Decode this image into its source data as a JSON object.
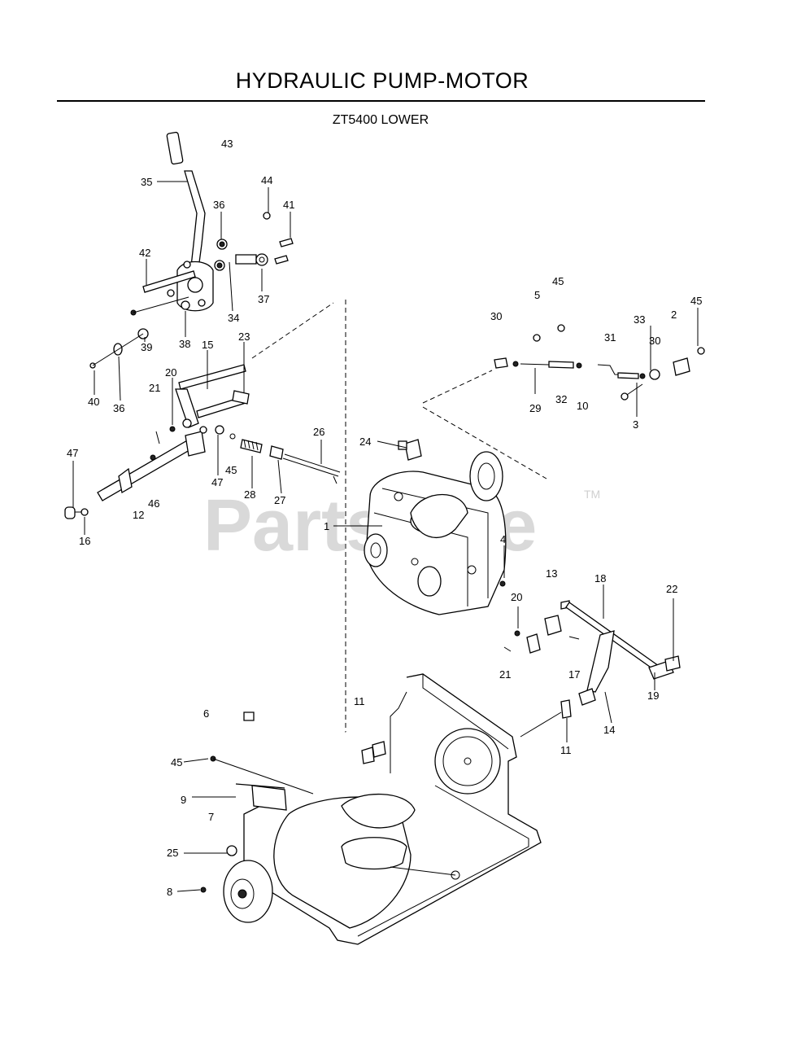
{
  "title": "HYDRAULIC PUMP-MOTOR",
  "subtitle": "ZT5400 LOWER",
  "watermark": {
    "text": "PartsTree",
    "tm": "TM"
  },
  "callouts": [
    {
      "id": "c43a",
      "text": "43"
    },
    {
      "id": "c35",
      "text": "35"
    },
    {
      "id": "c44",
      "text": "44"
    },
    {
      "id": "c36a",
      "text": "36"
    },
    {
      "id": "c41",
      "text": "41"
    },
    {
      "id": "c42",
      "text": "42"
    },
    {
      "id": "c37",
      "text": "37"
    },
    {
      "id": "c34",
      "text": "34"
    },
    {
      "id": "c38",
      "text": "38"
    },
    {
      "id": "c39",
      "text": "39"
    },
    {
      "id": "c15",
      "text": "15"
    },
    {
      "id": "c23",
      "text": "23"
    },
    {
      "id": "c40",
      "text": "40"
    },
    {
      "id": "c36b",
      "text": "36"
    },
    {
      "id": "c20a",
      "text": "20"
    },
    {
      "id": "c21a",
      "text": "21"
    },
    {
      "id": "c26",
      "text": "26"
    },
    {
      "id": "c47a",
      "text": "47"
    },
    {
      "id": "c45a",
      "text": "45"
    },
    {
      "id": "c28",
      "text": "28"
    },
    {
      "id": "c27",
      "text": "27"
    },
    {
      "id": "c47b",
      "text": "47"
    },
    {
      "id": "c46",
      "text": "46"
    },
    {
      "id": "c12",
      "text": "12"
    },
    {
      "id": "c16",
      "text": "16"
    },
    {
      "id": "c45b",
      "text": "45"
    },
    {
      "id": "c5",
      "text": "5"
    },
    {
      "id": "c30a",
      "text": "30"
    },
    {
      "id": "c33",
      "text": "33"
    },
    {
      "id": "c2",
      "text": "2"
    },
    {
      "id": "c45c",
      "text": "45"
    },
    {
      "id": "c31",
      "text": "31"
    },
    {
      "id": "c30b",
      "text": "30"
    },
    {
      "id": "c29",
      "text": "29"
    },
    {
      "id": "c32",
      "text": "32"
    },
    {
      "id": "c10",
      "text": "10"
    },
    {
      "id": "c3",
      "text": "3"
    },
    {
      "id": "c24",
      "text": "24"
    },
    {
      "id": "c1",
      "text": "1"
    },
    {
      "id": "c4",
      "text": "4"
    },
    {
      "id": "c13",
      "text": "13"
    },
    {
      "id": "c18",
      "text": "18"
    },
    {
      "id": "c22",
      "text": "22"
    },
    {
      "id": "c20b",
      "text": "20"
    },
    {
      "id": "c21b",
      "text": "21"
    },
    {
      "id": "c17",
      "text": "17"
    },
    {
      "id": "c19",
      "text": "19"
    },
    {
      "id": "c11a",
      "text": "11"
    },
    {
      "id": "c14",
      "text": "14"
    },
    {
      "id": "c11b",
      "text": "11"
    },
    {
      "id": "c6",
      "text": "6"
    },
    {
      "id": "c45d",
      "text": "45"
    },
    {
      "id": "c9",
      "text": "9"
    },
    {
      "id": "c7",
      "text": "7"
    },
    {
      "id": "c25",
      "text": "25"
    },
    {
      "id": "c8",
      "text": "8"
    }
  ]
}
